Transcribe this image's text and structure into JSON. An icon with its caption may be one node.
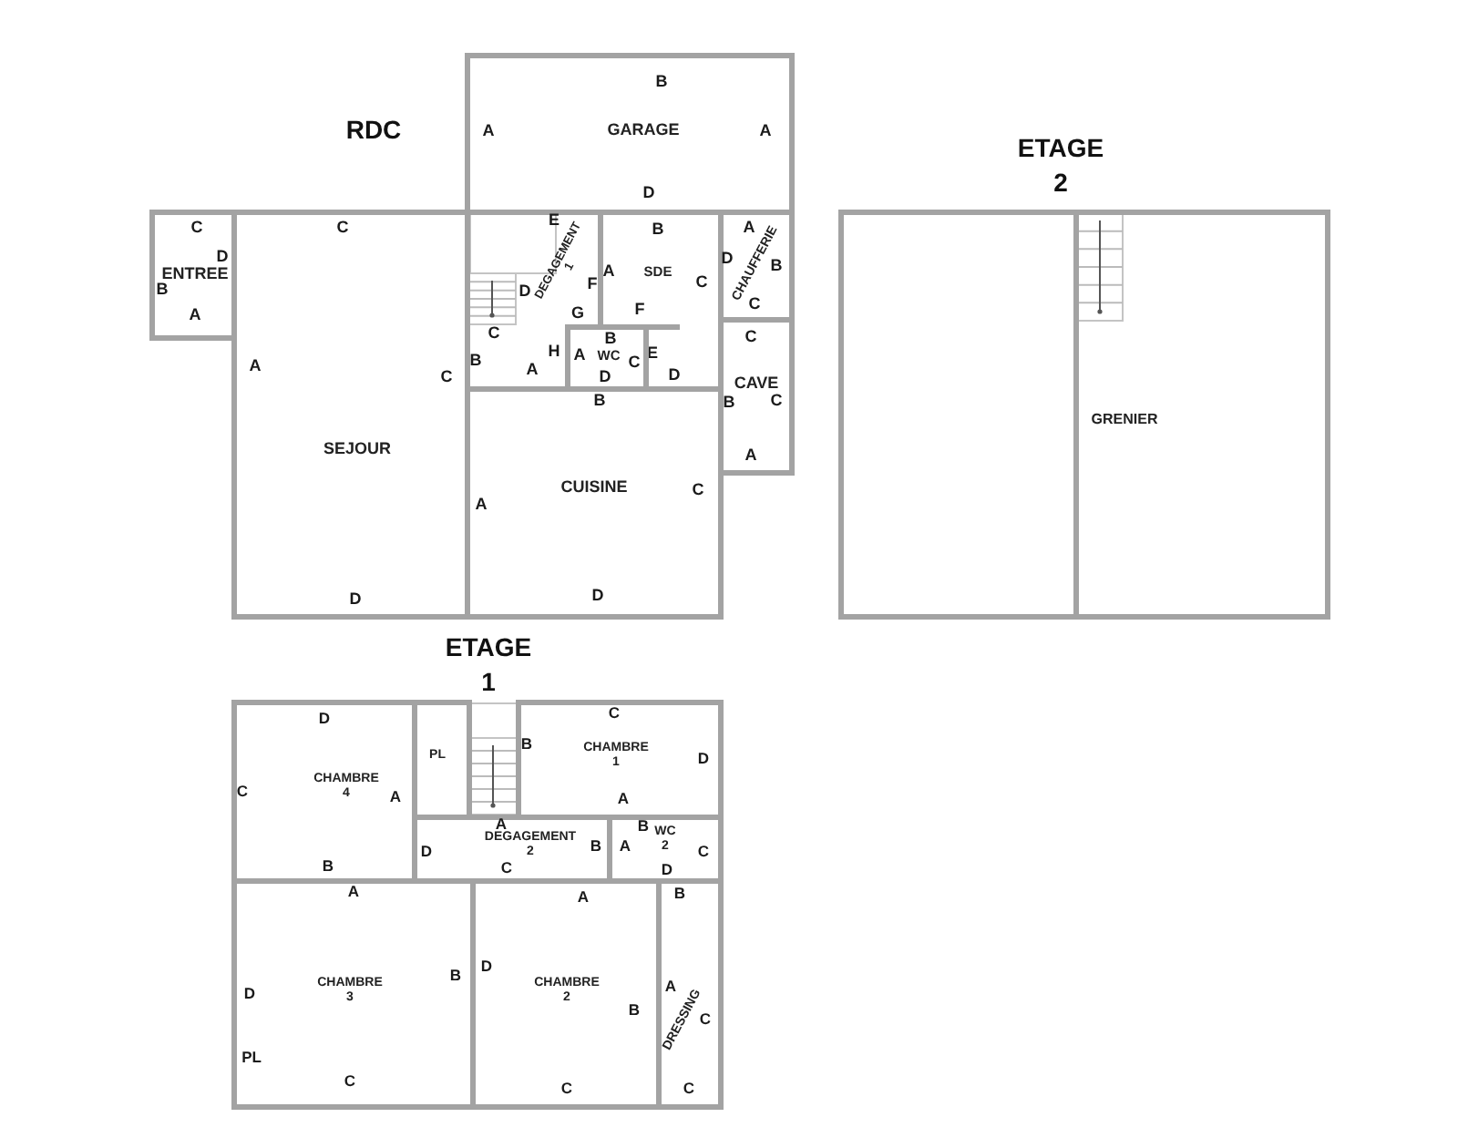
{
  "diagram": {
    "nodes": [
      {
        "text": [
          "GARAGE",
          "B",
          "A",
          "A",
          "D"
        ]
      },
      {
        "text": [
          "ENTREE",
          "C",
          "D",
          "B",
          "A"
        ]
      },
      {
        "text": [
          "SEJOUR",
          "C",
          "A",
          "C",
          "D"
        ]
      },
      {
        "text": [
          "DEGAGEMENT 1",
          "E",
          "D",
          "F",
          "G",
          "C",
          "B",
          "H",
          "A"
        ]
      },
      {
        "text": [
          "SDE",
          "B",
          "A",
          "C",
          "F",
          "E",
          "D"
        ]
      },
      {
        "text": [
          "WC",
          "B",
          "A",
          "C",
          "D"
        ]
      },
      {
        "text": [
          "CHAUFFERIE",
          "A",
          "D",
          "B",
          "C"
        ]
      },
      {
        "text": [
          "CAVE",
          "C",
          "B",
          "C",
          "A"
        ]
      },
      {
        "text": [
          "CUISINE",
          "B",
          "A",
          "C",
          "D"
        ]
      },
      {
        "text": [],
        "shape": "box"
      },
      {
        "text": [
          "GRENIER"
        ]
      },
      {
        "text": [
          "CHAMBRE 4",
          "D",
          "C",
          "A",
          "B"
        ]
      },
      {
        "text": [
          "PL"
        ]
      },
      {
        "text": [
          "CHAMBRE 1",
          "C",
          "B",
          "D",
          "A"
        ]
      },
      {
        "text": [
          "DEGAGEMENT 2",
          "A",
          "D",
          "B",
          "C"
        ]
      },
      {
        "text": [
          "WC 2",
          "B",
          "A",
          "C",
          "D"
        ]
      },
      {
        "text": [
          "CHAMBRE 3",
          "A",
          "B",
          "D",
          "PL",
          "C"
        ]
      },
      {
        "text": [
          "CHAMBRE 2",
          "A",
          "D",
          "B",
          "C"
        ]
      },
      {
        "text": [
          "DRESSING",
          "B",
          "A",
          "C",
          "C"
        ]
      }
    ],
    "labels": [
      "RDC",
      "ETAGE 2",
      "ETAGE 1"
    ]
  }
}
